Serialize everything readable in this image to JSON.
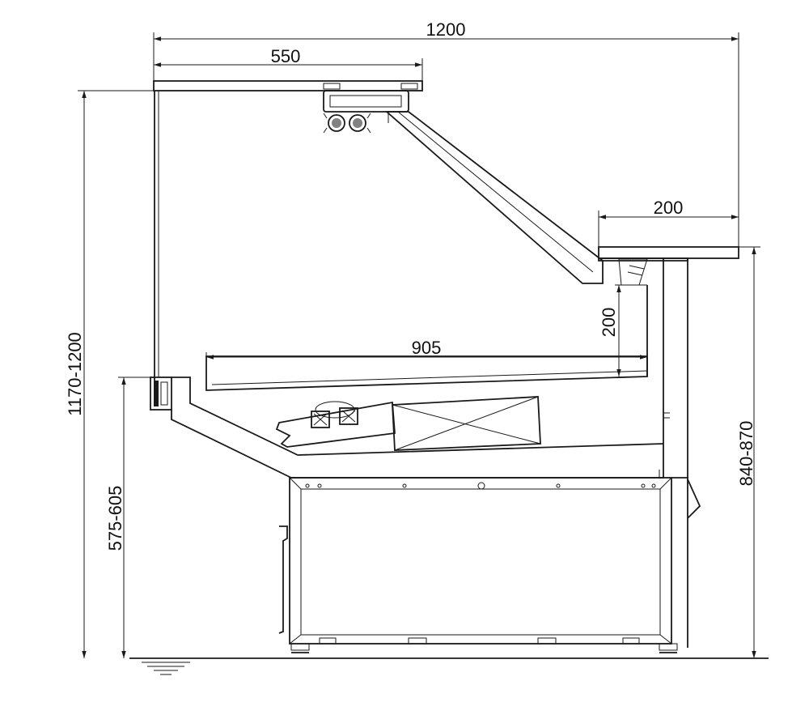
{
  "dimensions": {
    "overall_depth": "1200",
    "top_shelf_depth": "550",
    "counter_depth": "200",
    "overall_height": "1170-1200",
    "working_height": "575-605",
    "counter_height": "840-870",
    "display_depth": "905",
    "glass_height": "200"
  },
  "colors": {
    "line": "#1a1a1a",
    "background": "#ffffff"
  }
}
